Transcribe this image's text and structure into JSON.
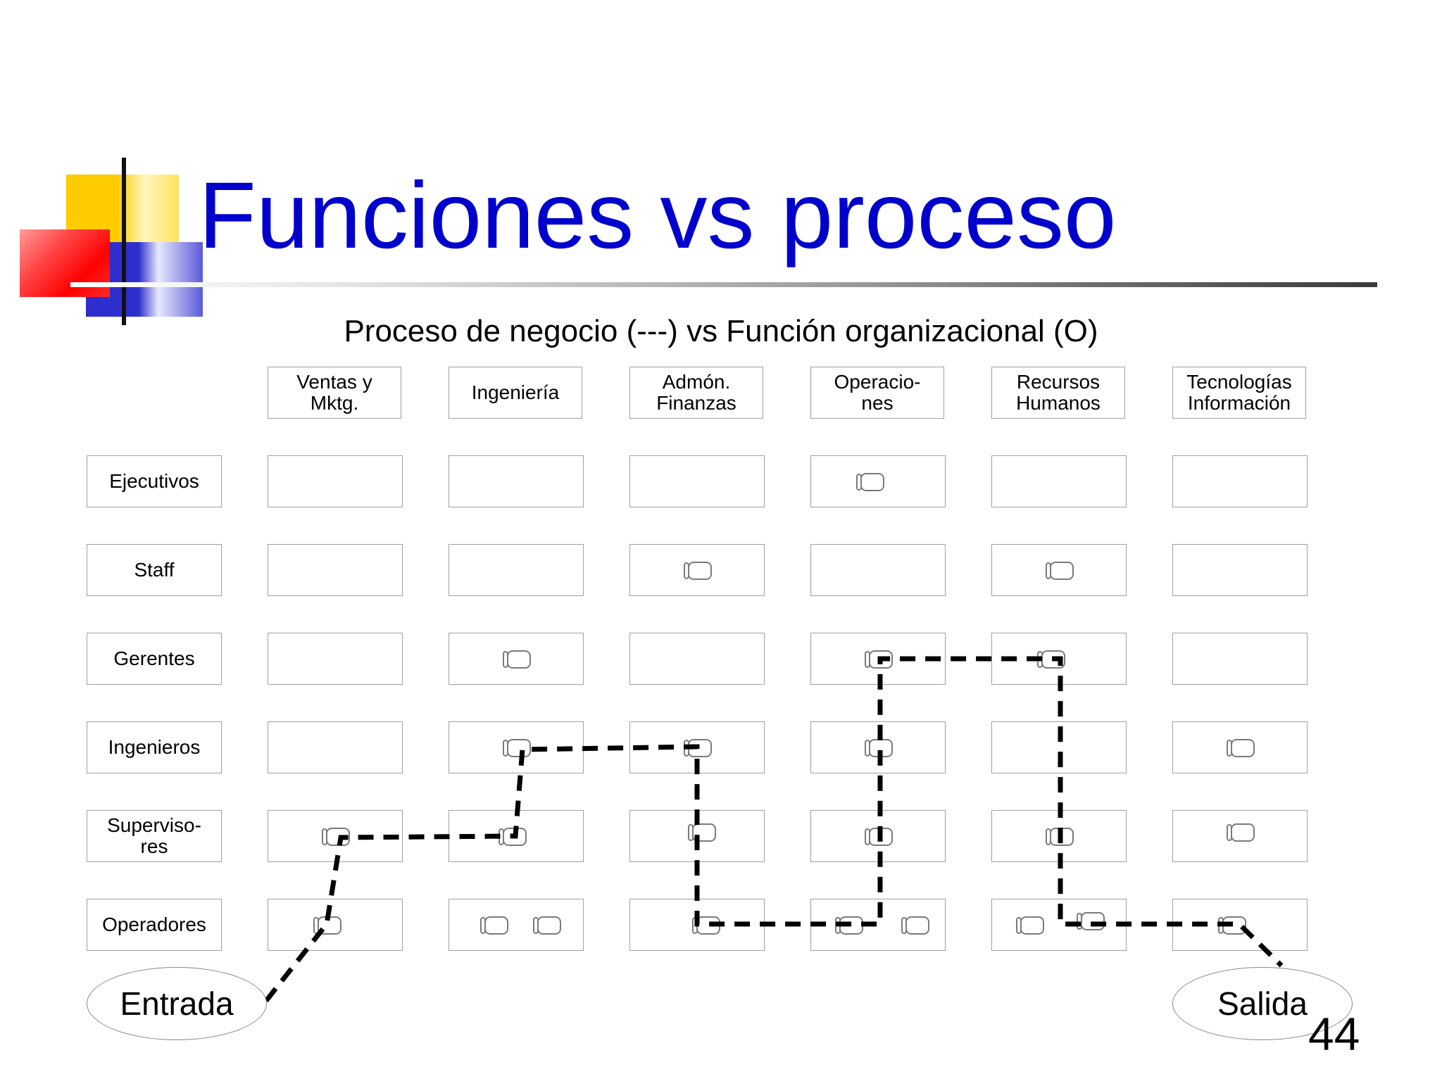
{
  "title": "Funciones vs proceso",
  "subtitle": "Proceso de negocio (---) vs Función organizacional (O)",
  "columns": [
    "Ventas y\nMktg.",
    "Ingeniería",
    "Admón.\nFinanzas",
    "Operacio-\nnes",
    "Recursos\nHumanos",
    "Tecnologías\nInformación"
  ],
  "rows": [
    "Ejecutivos",
    "Staff",
    "Gerentes",
    "Ingenieros",
    "Superviso-\nres",
    "Operadores"
  ],
  "entrada_label": "Entrada",
  "salida_label": "Salida",
  "page_number": "44",
  "colors": {
    "title": "#0000cc",
    "path": "#000000",
    "border": "#a0a0a0",
    "chair": "#7a7a7a"
  }
}
